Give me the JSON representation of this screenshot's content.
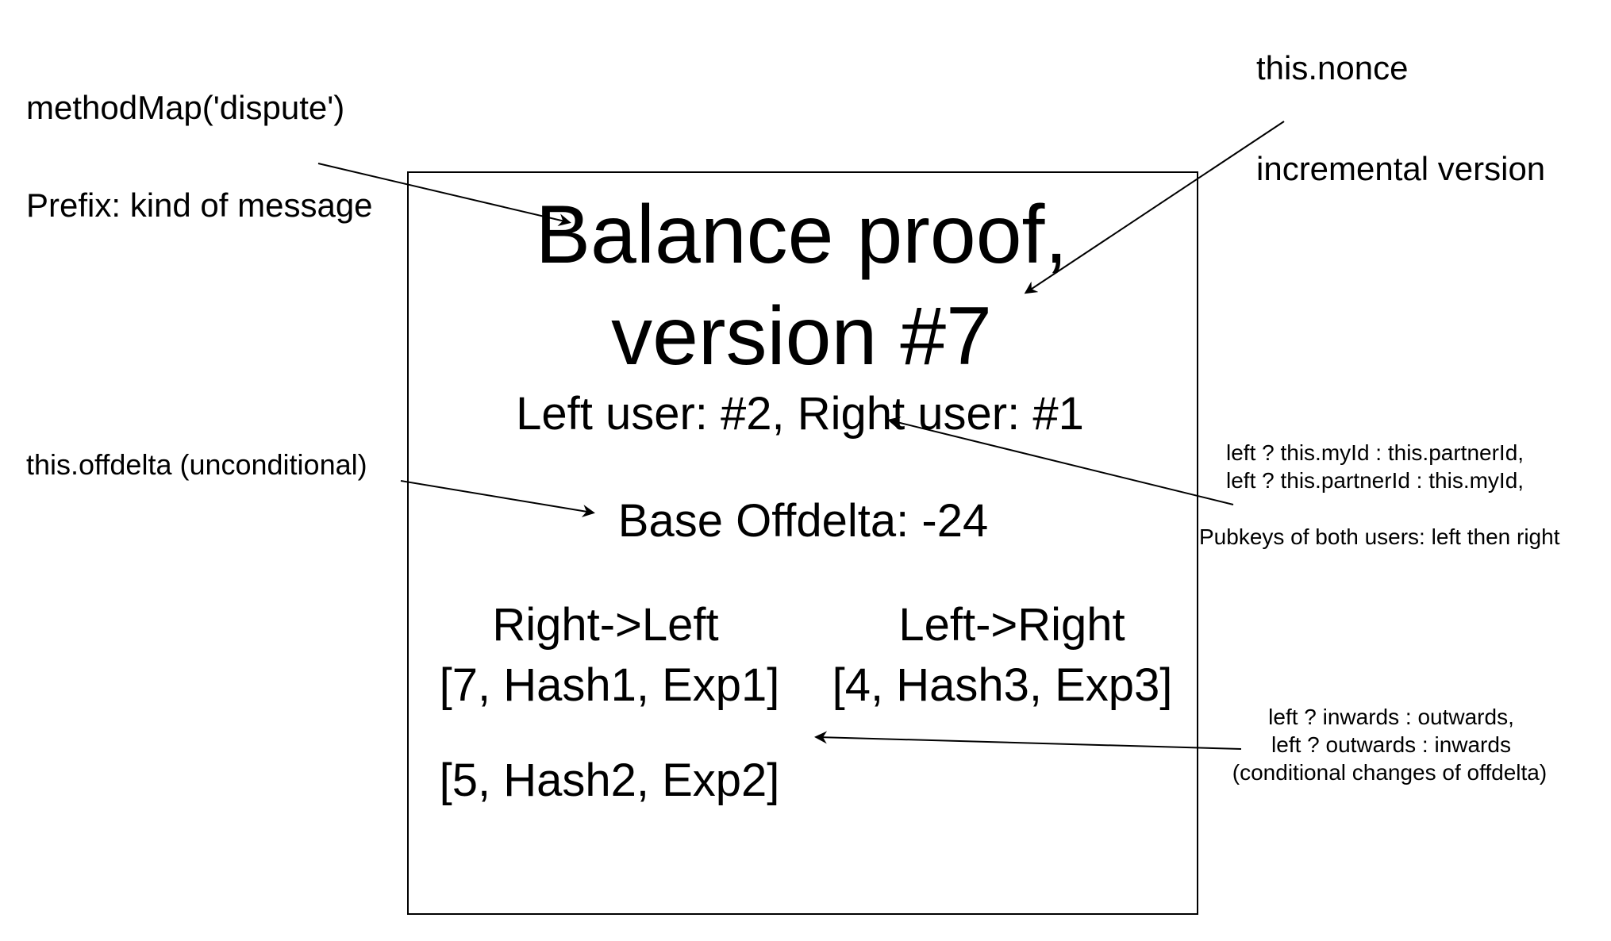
{
  "proof": {
    "title_line1": "Balance proof,",
    "title_line2": "version #7",
    "users": "Left user: #2, Right user: #1",
    "base_offdelta": "Base Offdelta: -24",
    "right_to_left": {
      "heading": "Right->Left",
      "entries": [
        "[7, Hash1, Exp1]",
        "[5, Hash2, Exp2]"
      ]
    },
    "left_to_right": {
      "heading": "Left->Right",
      "entries": [
        "[4, Hash3, Exp3]"
      ]
    }
  },
  "annotations": {
    "method_map": "methodMap('dispute')",
    "prefix": "Prefix: kind of message",
    "nonce": "this.nonce",
    "incremental": "incremental version",
    "offdelta": "this.offdelta (unconditional)",
    "user_ids": [
      "left ? this.myId : this.partnerId,",
      "left ? this.partnerId : this.myId,"
    ],
    "pubkeys": "Pubkeys of both users: left then right",
    "inwards_outwards": [
      "left ? inwards : outwards,",
      "left ? outwards : inwards",
      "(conditional changes of offdelta)"
    ]
  },
  "colors": {
    "line": "#000000",
    "background": "#ffffff"
  }
}
